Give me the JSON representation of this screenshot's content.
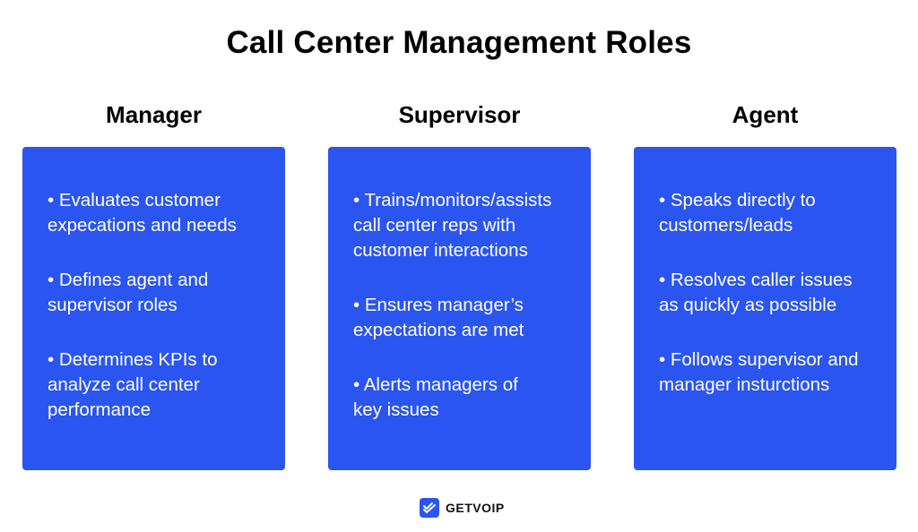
{
  "title": "Call Center Management Roles",
  "colors": {
    "card_background": "#2b55f0",
    "card_text": "#ffffff",
    "heading_text": "#000000",
    "logo_mark": "#2b55f0"
  },
  "columns": [
    {
      "heading": "Manager",
      "bullets": [
        "• Evaluates customer\nexpecations and needs",
        "• Defines agent and\nsupervisor roles",
        "• Determines KPIs to\nanalyze call center\nperformance"
      ]
    },
    {
      "heading": "Supervisor",
      "bullets": [
        "• Trains/monitors/assists\ncall center reps with\ncustomer interactions",
        "• Ensures manager’s\nexpectations are met",
        "• Alerts managers of\nkey issues"
      ]
    },
    {
      "heading": "Agent",
      "bullets": [
        "• Speaks directly to\ncustomers/leads",
        "• Resolves caller issues\nas quickly as possible",
        "• Follows supervisor and\nmanager insturctions"
      ]
    }
  ],
  "footer": {
    "logo_icon": "double-check-icon",
    "brand": "GETVOIP"
  }
}
